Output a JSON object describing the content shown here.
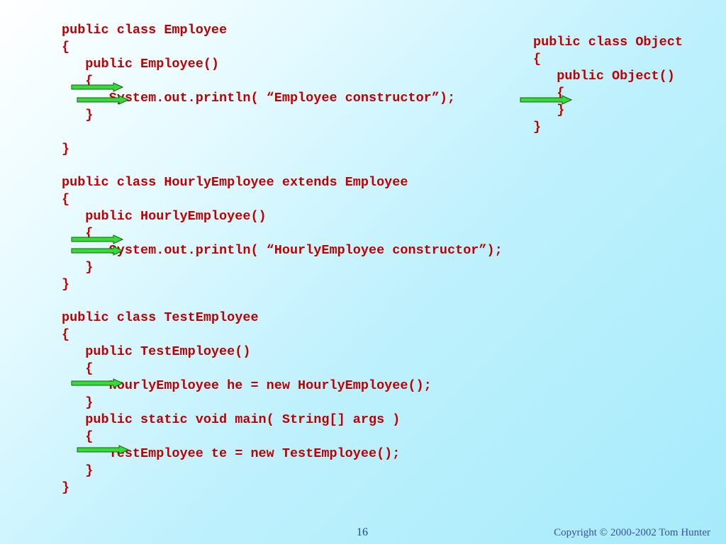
{
  "block_employee": {
    "lines": [
      "public class Employee",
      "{",
      "   public Employee()",
      "   {",
      "      System.out.println( “Employee constructor”);",
      "   }",
      "}"
    ]
  },
  "block_object": {
    "lines": [
      "public class Object",
      "{",
      "   public Object()",
      "   {",
      "   }",
      "}"
    ]
  },
  "block_hourly": {
    "lines": [
      "public class HourlyEmployee extends Employee",
      "{",
      "   public HourlyEmployee()",
      "   {",
      "      System.out.println( “HourlyEmployee constructor”);",
      "   }",
      "}"
    ]
  },
  "block_test": {
    "lines": [
      "public class TestEmployee",
      "{",
      "   public TestEmployee()",
      "   {",
      "      HourlyEmployee he = new HourlyEmployee();",
      "   }",
      "   public static void main( String[] args )",
      "   {",
      "      TestEmployee te = new TestEmployee();",
      "   }",
      "}"
    ]
  },
  "footer": {
    "page_number": "16",
    "copyright": "Copyright © 2000-2002 Tom Hunter"
  },
  "colors": {
    "code": "#c00000",
    "arrow_fill": "#33dd33",
    "arrow_outline": "#1a5a1a",
    "footer_text": "#1f3fa0"
  },
  "icons": [
    "flow-arrow-icon"
  ]
}
